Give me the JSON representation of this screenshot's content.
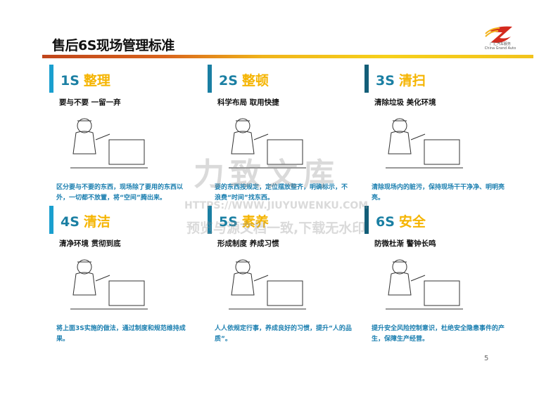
{
  "header": {
    "title": "售后6S现场管理标准",
    "logo_text_cn": "广汇汽车服务",
    "logo_text_en": "China Grand Auto",
    "accent": "#f5b400",
    "blue": "#1a7fa3"
  },
  "cards": [
    {
      "num": "1S",
      "name": "整理",
      "subtitle": "要与不要 一留一弃",
      "desc": "区分要与不要的东西，现场除了要用的东西以外，一切都不放置，将“空间”腾出来。",
      "bar_color": "#1a9fcf"
    },
    {
      "num": "2S",
      "name": "整顿",
      "subtitle": "科学布局 取用快捷",
      "desc": "要的东西按规定，定位摆放整齐，明确标示，不浪费“时间”找东西。",
      "bar_color": "#1a7fa3"
    },
    {
      "num": "3S",
      "name": "清扫",
      "subtitle": "清除垃圾 美化环境",
      "desc": "清除现场内的脏污，保持现场干干净净、明明亮亮。",
      "bar_color": "#135e78"
    },
    {
      "num": "4S",
      "name": "清洁",
      "subtitle": "清净环境 贯彻到底",
      "desc": "将上面3S实施的做法，通过制度和规范维持成果。",
      "bar_color": "#1a9fcf"
    },
    {
      "num": "5S",
      "name": "素养",
      "subtitle": "形成制度 养成习惯",
      "desc": "人人依规定行事，养成良好的习惯，提升“人的品质”。",
      "bar_color": "#1a7fa3"
    },
    {
      "num": "6S",
      "name": "安全",
      "subtitle": "防微杜渐 警钟长鸣",
      "desc": "提升安全风险控制意识，杜绝安全隐患事件的产生，保障生产经营。",
      "bar_color": "#135e78"
    }
  ],
  "watermark": {
    "line1": "力致文库",
    "line2": "HTTPS://WWW.JIUYUWENKU.COM",
    "line3": "预览与源文档一致,下载无水印"
  },
  "page_number": "5"
}
